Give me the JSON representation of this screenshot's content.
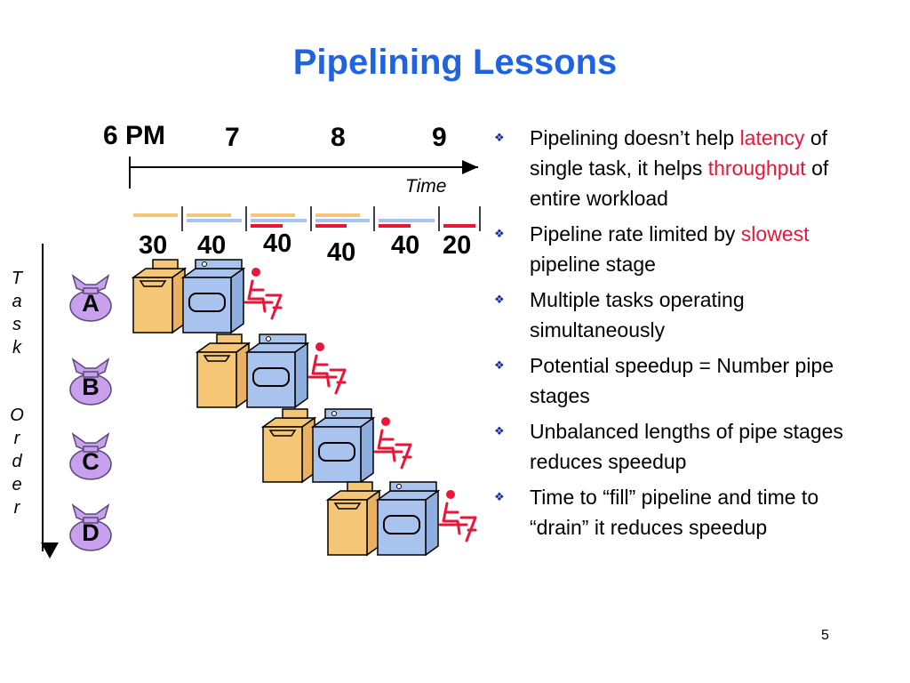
{
  "title": "Pipelining Lessons",
  "timeline": {
    "labels": [
      "6 PM",
      "7",
      "8",
      "9"
    ],
    "axis_label": "Time",
    "durations": [
      "30",
      "40",
      "40",
      "40",
      "40",
      "20"
    ]
  },
  "task_axis": {
    "letters": [
      "T",
      "a",
      "s",
      "k",
      "O",
      "r",
      "d",
      "e",
      "r"
    ]
  },
  "tasks": [
    "A",
    "B",
    "C",
    "D"
  ],
  "colors": {
    "title": "#1f63e0",
    "highlight": "#e8173a",
    "washer": "#f6c677",
    "dryer": "#a8c4ee",
    "folder": "#e8173a",
    "bag": "#c8a0ee"
  },
  "icons": [
    "laundry-bag-icon",
    "washer-icon",
    "dryer-icon",
    "folding-person-icon",
    "bullet-diamond-icon"
  ],
  "bullets": [
    {
      "parts": [
        {
          "text": "Pipelining doesn’t help "
        },
        {
          "text": "latency",
          "hl": true
        },
        {
          "text": " of single task, it helps "
        },
        {
          "text": "throughput",
          "hl": true
        },
        {
          "text": " of entire workload"
        }
      ]
    },
    {
      "parts": [
        {
          "text": "Pipeline rate limited by "
        },
        {
          "text": "slowest",
          "hl": true
        },
        {
          "text": " pipeline stage"
        }
      ]
    },
    {
      "parts": [
        {
          "text": "Multiple tasks operating simultaneously"
        }
      ]
    },
    {
      "parts": [
        {
          "text": "Potential speedup = Number pipe stages"
        }
      ]
    },
    {
      "parts": [
        {
          "text": "Unbalanced lengths of pipe stages reduces speedup"
        }
      ]
    },
    {
      "parts": [
        {
          "text": "Time to “fill” pipeline and time to “drain” it reduces speedup"
        }
      ]
    }
  ],
  "page_number": "5"
}
